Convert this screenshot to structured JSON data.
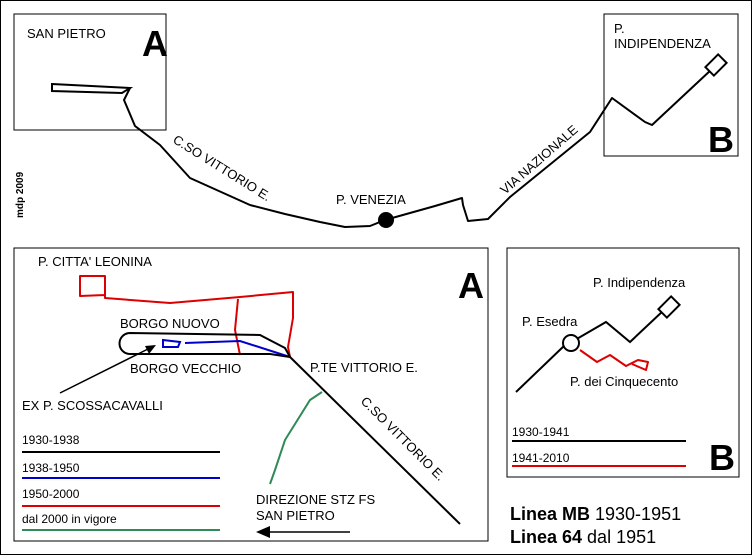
{
  "credit": "mdp 2009",
  "overview": {
    "places": {
      "san_pietro": "SAN PIETRO",
      "p_indipendenza": "P. INDIPENDENZA",
      "p_venezia": "P. VENEZIA"
    },
    "streets": {
      "corso_vittorio": "C.SO VITTORIO E.",
      "via_nazionale": "VIA NAZIONALE"
    },
    "marker_a": "A",
    "marker_b": "B"
  },
  "inset_a": {
    "marker": "A",
    "labels": {
      "citta_leonina": "P. CITTA' LEONINA",
      "borgo_nuovo": "BORGO NUOVO",
      "borgo_vecchio": "BORGO VECCHIO",
      "ponte_vittorio": "P.TE VITTORIO E.",
      "scossacavalli": "EX P. SCOSSACAVALLI",
      "corso_vittorio": "C.SO VITTORIO E.",
      "direzione_1": "DIREZIONE STZ FS",
      "direzione_2": "SAN PIETRO"
    },
    "legend": [
      {
        "label": "1930-1938",
        "color": "#000000"
      },
      {
        "label": "1938-1950",
        "color": "#0000cc"
      },
      {
        "label": "1950-2000",
        "color": "#dd0000"
      },
      {
        "label": "dal 2000 in vigore",
        "color": "#2e8b57"
      }
    ]
  },
  "inset_b": {
    "marker": "B",
    "labels": {
      "p_indipendenza": "P. Indipendenza",
      "p_esedra": "P. Esedra",
      "p_cinquecento": "P. dei Cinquecento"
    },
    "legend": [
      {
        "label": "1930-1941",
        "color": "#000000"
      },
      {
        "label": "1941-2010",
        "color": "#dd0000"
      }
    ]
  },
  "caption": {
    "line1_bold": "Linea MB",
    "line1_rest": " 1930-1951",
    "line2_bold": "Linea 64",
    "line2_rest": " dal 1951"
  }
}
